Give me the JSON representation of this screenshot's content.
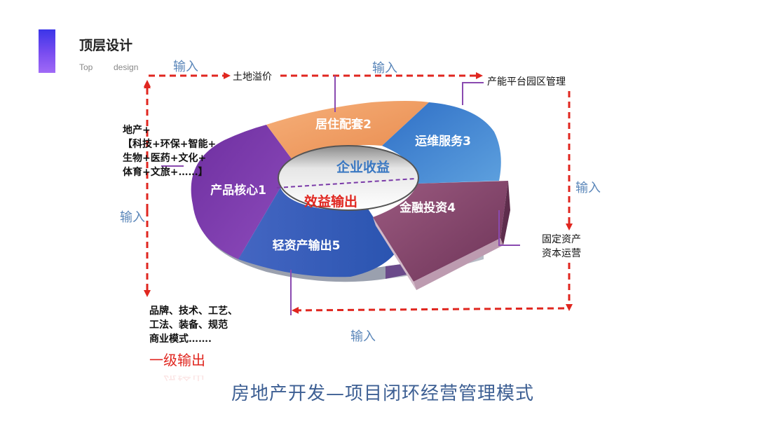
{
  "header": {
    "title": "顶层设计",
    "subtitle_left": "Top",
    "subtitle_right": "design"
  },
  "inputs": {
    "top_left": "输入",
    "top_right": "输入",
    "right": "输入",
    "left": "输入",
    "bottom": "输入"
  },
  "nodes": {
    "land_premium": "土地溢价",
    "capacity_platform": "产能平台园区管理",
    "fixed_assets": [
      "固定资产",
      "资本运营"
    ],
    "land_plus": [
      "地产+",
      "【科技+环保+智能+",
      "生物+医药+文化+",
      "体育+文旅+……】"
    ],
    "brand": [
      "品牌、技术、工艺、",
      "工法、装备、规范",
      "商业模式……."
    ]
  },
  "segments": {
    "residential": "居住配套2",
    "operation": "运维服务3",
    "finance": "金融投资4",
    "light_asset": "轻资产输出5",
    "product_core": "产品核心1"
  },
  "center": {
    "top": "企业收益",
    "bottom": "效益输出"
  },
  "primary_output": "一级输出",
  "footer_title": "房地产开发—项目闭环经营管理模式",
  "colors": {
    "residential": "#f0a066",
    "operation": "#3f7fc8",
    "finance": "#8a4a72",
    "light_asset": "#3f6cc0",
    "product_core": "#7a3aa8",
    "arrow": "#e0261f",
    "leader": "#8a4ab0"
  }
}
